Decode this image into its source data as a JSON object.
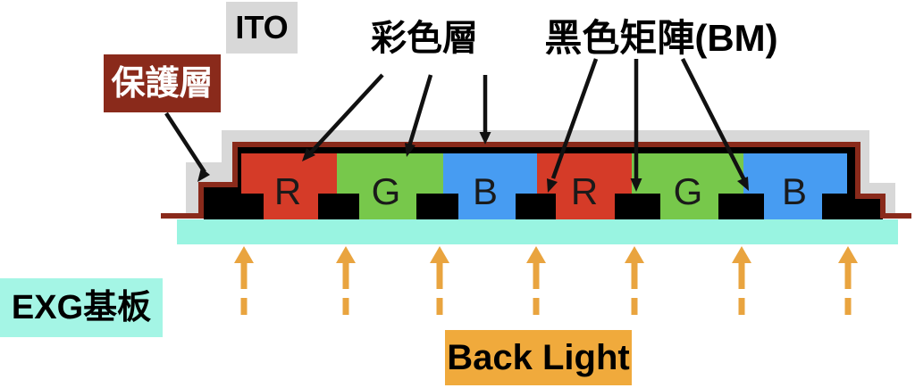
{
  "labels": {
    "protective_layer": "保護層",
    "ito": "ITO",
    "color_layer": "彩色層",
    "black_matrix": "黑色矩陣(BM)",
    "substrate": "EXG基板",
    "backlight": "Back Light"
  },
  "segments": [
    {
      "letter": "R",
      "color": "#D53B28"
    },
    {
      "letter": "G",
      "color": "#77C84B"
    },
    {
      "letter": "B",
      "color": "#479CF2"
    },
    {
      "letter": "R",
      "color": "#D53B28"
    },
    {
      "letter": "G",
      "color": "#77C84B"
    },
    {
      "letter": "B",
      "color": "#479CF2"
    }
  ],
  "colors": {
    "background": "#FFFFFF",
    "dark-red": "#8A2A1B",
    "gray": "#D8D8D8",
    "seg-red": "#D53B28",
    "seg-green": "#77C84B",
    "seg-blue": "#479CF2",
    "substrate-cyan": "#99F4E1",
    "substrate-box-cyan": "#A4F5E5",
    "orange": "#E9A43F",
    "backlight-box-orange": "#F0AA3C"
  }
}
